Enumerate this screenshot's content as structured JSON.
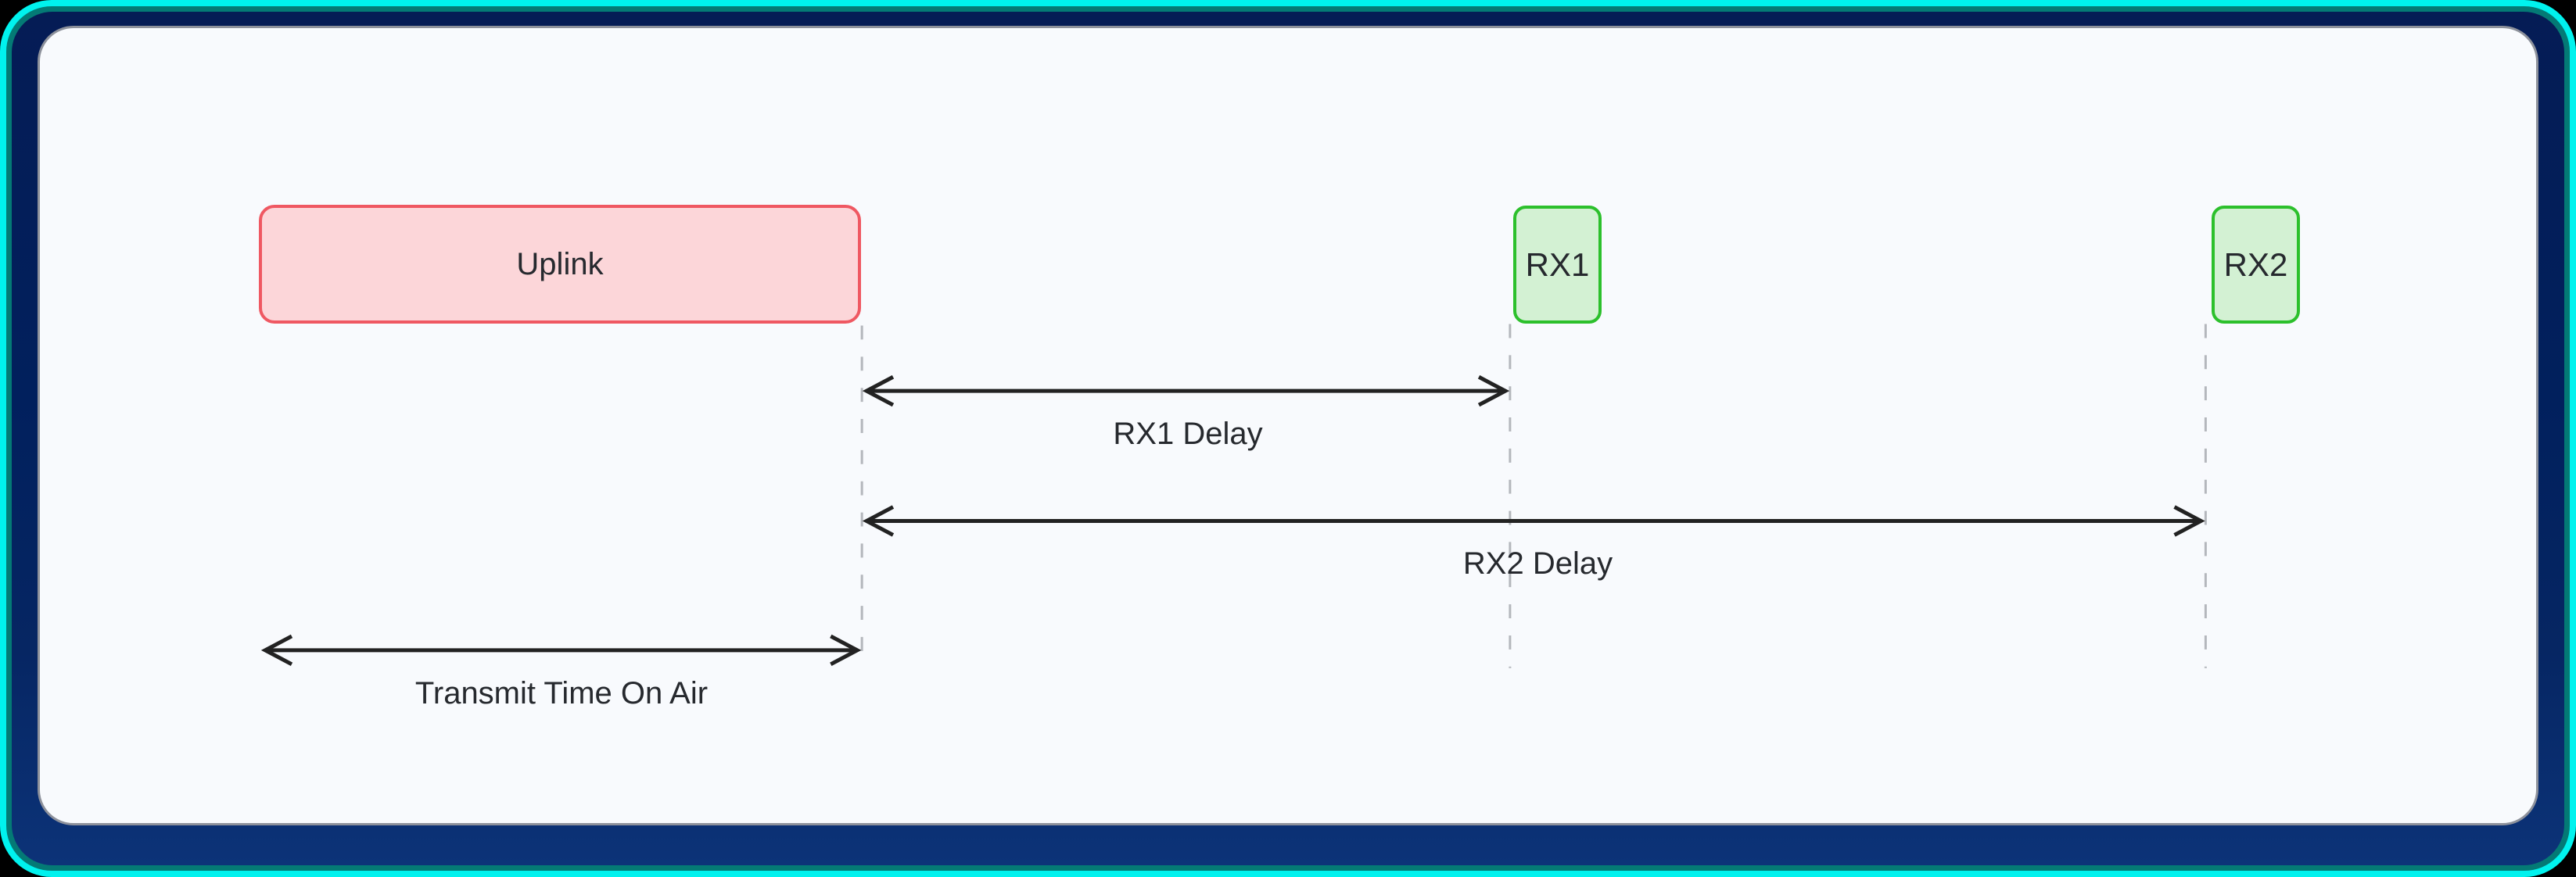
{
  "diagram": {
    "type": "timing-diagram",
    "nodes": [
      {
        "id": "uplink",
        "label": "Uplink",
        "kind": "transmission"
      },
      {
        "id": "rx1",
        "label": "RX1",
        "kind": "receive-window"
      },
      {
        "id": "rx2",
        "label": "RX2",
        "kind": "receive-window"
      }
    ],
    "measurements": [
      {
        "id": "rx1-delay",
        "label": "RX1 Delay",
        "from": "end of Uplink",
        "to": "start of RX1"
      },
      {
        "id": "rx2-delay",
        "label": "RX2 Delay",
        "from": "end of Uplink",
        "to": "start of RX2"
      },
      {
        "id": "transmit-time-on-air",
        "label": "Transmit Time On Air",
        "from": "start of Uplink",
        "to": "end of Uplink"
      }
    ],
    "colors": {
      "frame_cyan": "#00f2ee",
      "frame_teal": "#047a75",
      "frame_navy": "#02205d",
      "canvas_bg": "#f8fafd",
      "uplink_fill": "#fcd6d9",
      "uplink_border": "#ef5862",
      "rx_fill": "#d3f1d3",
      "rx_border": "#2cc02c",
      "arrow": "#222222",
      "dashed_guide": "#b4b7bc",
      "text": "#26292e"
    }
  }
}
